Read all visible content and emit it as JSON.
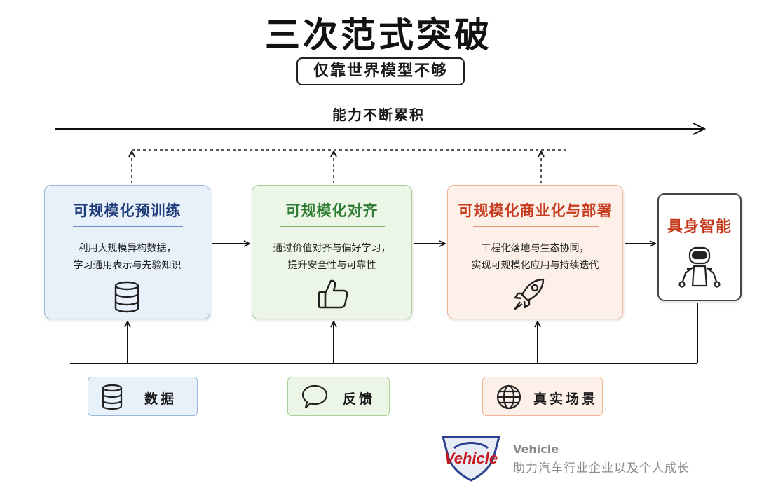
{
  "title": "三次范式突破",
  "subtitle": "仅靠世界模型不够",
  "capability_label": "能力不断累积",
  "stages": [
    {
      "title": "可规模化预训练",
      "desc": [
        "利用大规模异构数据，",
        "学习通用表示与先验知识"
      ],
      "icon": "database-icon",
      "color": "#1f3d7a"
    },
    {
      "title": "可规模化对齐",
      "desc": [
        "通过价值对齐与偏好学习，",
        "提升安全性与可靠性"
      ],
      "icon": "thumbs-up-icon",
      "color": "#2e7d32"
    },
    {
      "title": "可规模化商业化与部署",
      "desc": [
        "工程化落地与生态协同，",
        "实现可规模化应用与持续迭代"
      ],
      "icon": "rocket-icon",
      "color": "#c63b1e"
    }
  ],
  "target": {
    "title": "具身智能",
    "icon": "robot-icon"
  },
  "inputs": [
    {
      "label": "数据",
      "icon": "database-icon"
    },
    {
      "label": "反馈",
      "icon": "speech-bubble-icon"
    },
    {
      "label": "真实场景",
      "icon": "globe-icon"
    }
  ],
  "brand": {
    "logo_text": "Vehicle",
    "name": "Vehicle",
    "slogan": "助力汽车行业企业以及个人成长"
  }
}
